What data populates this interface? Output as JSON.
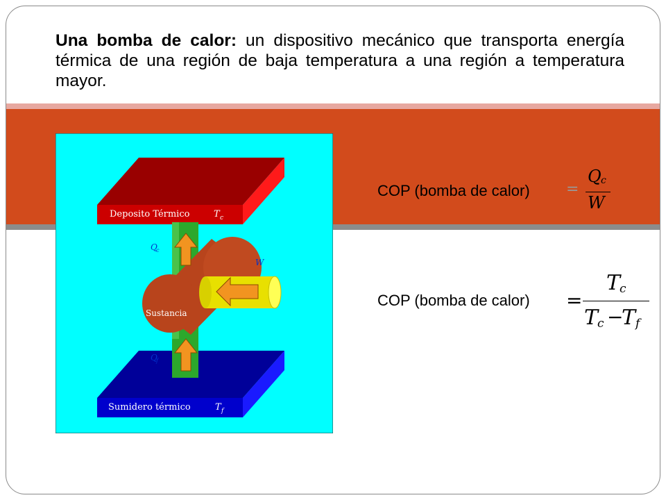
{
  "title": {
    "bold": "Una bomba de calor:",
    "rest": " un dispositivo mecánico que transporta energía térmica de una región de baja temperatura a una región a temperatura mayor."
  },
  "diagram": {
    "hot_reservoir_label": "Deposito Térmico",
    "hot_temp": "T",
    "hot_temp_sub": "c",
    "cold_reservoir_label": "Sumidero térmico",
    "cold_temp": "T",
    "cold_temp_sub": "f",
    "substance_label": "Sustancia",
    "q_hot": "Q",
    "q_hot_sub": "c",
    "q_cold": "Q",
    "q_cold_sub": "f",
    "work": "W"
  },
  "formulas": {
    "cop_label_1": "COP (bomba de calor)",
    "cop_label_2": "COP (bomba de calor)",
    "equals": "=",
    "f1_num": "Q",
    "f1_num_sub": "c",
    "f1_den": "W",
    "f2_num": "T",
    "f2_num_sub": "c",
    "f2_den_a": "T",
    "f2_den_a_sub": "c",
    "f2_minus": "−",
    "f2_den_b": "T",
    "f2_den_b_sub": "f"
  },
  "colors": {
    "band": "#d24b1c",
    "panel": "#00ffff",
    "hot_reservoir": "#c00000",
    "cold_reservoir": "#0000c0",
    "pipe": "#2ca82c",
    "substance": "#b8441c",
    "work_cylinder": "#e8e000",
    "arrow": "#f29420"
  }
}
